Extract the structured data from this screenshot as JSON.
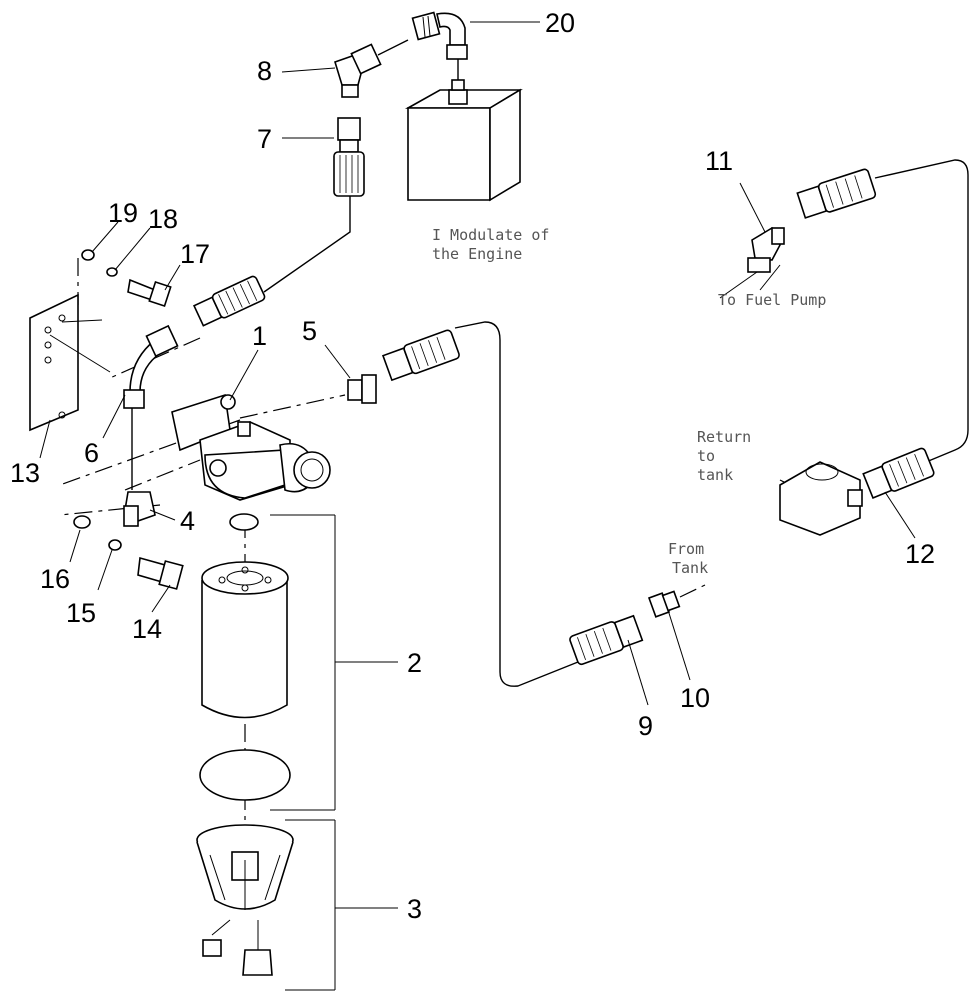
{
  "diagram": {
    "callouts": {
      "c1": "1",
      "c2": "2",
      "c3": "3",
      "c4": "4",
      "c5": "5",
      "c6": "6",
      "c7": "7",
      "c8": "8",
      "c9": "9",
      "c10": "10",
      "c11": "11",
      "c12": "12",
      "c13": "13",
      "c14": "14",
      "c15": "15",
      "c16": "16",
      "c17": "17",
      "c18": "18",
      "c19": "19",
      "c20": "20"
    },
    "notes": {
      "module_line1": "I Modulate of",
      "module_line2": "the Engine",
      "fuel_pump": "To Fuel Pump",
      "return_line1": "Return",
      "return_line2": "to",
      "return_line3": "tank",
      "from_line1": "From",
      "from_line2": "Tank"
    }
  }
}
